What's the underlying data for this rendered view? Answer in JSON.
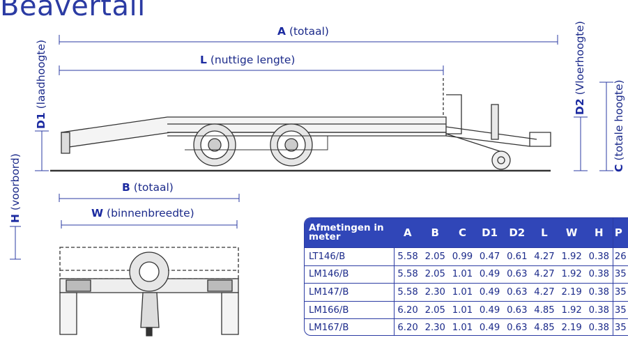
{
  "title": "Beavertail",
  "side_view": {
    "A": {
      "letter": "A",
      "text": "(totaal)"
    },
    "L": {
      "letter": "L",
      "text": "(nuttige lengte)"
    },
    "D1": {
      "letter": "D1",
      "text": "(laadhoogte)"
    },
    "D2": {
      "letter": "D2",
      "text": "(Vloerhoogte)"
    },
    "C": {
      "letter": "C",
      "text": "(totale hoogte)"
    }
  },
  "rear_view": {
    "B": {
      "letter": "B",
      "text": "(totaal)"
    },
    "W": {
      "letter": "W",
      "text": "(binnenbreedte)"
    },
    "H": {
      "letter": "H",
      "text": "(voorbord)"
    }
  },
  "spec_table": {
    "header_first": "Afmetingen in meter",
    "columns": [
      "A",
      "B",
      "C",
      "D1",
      "D2",
      "L",
      "W",
      "H",
      "P"
    ],
    "rows": [
      {
        "model": "LT146/B",
        "values": [
          "5.58",
          "2.05",
          "0.99",
          "0.47",
          "0.61",
          "4.27",
          "1.92",
          "0.38",
          "26"
        ]
      },
      {
        "model": "LM146/B",
        "values": [
          "5.58",
          "2.05",
          "1.01",
          "0.49",
          "0.63",
          "4.27",
          "1.92",
          "0.38",
          "35"
        ]
      },
      {
        "model": "LM147/B",
        "values": [
          "5.58",
          "2.30",
          "1.01",
          "0.49",
          "0.63",
          "4.27",
          "2.19",
          "0.38",
          "35"
        ]
      },
      {
        "model": "LM166/B",
        "values": [
          "6.20",
          "2.05",
          "1.01",
          "0.49",
          "0.63",
          "4.85",
          "1.92",
          "0.38",
          "35"
        ]
      },
      {
        "model": "LM167/B",
        "values": [
          "6.20",
          "2.30",
          "1.01",
          "0.49",
          "0.63",
          "4.85",
          "2.19",
          "0.38",
          "35"
        ]
      }
    ]
  },
  "colors": {
    "accent": "#2b3ba3",
    "header_bg": "#3046b8",
    "line": "#333333"
  }
}
